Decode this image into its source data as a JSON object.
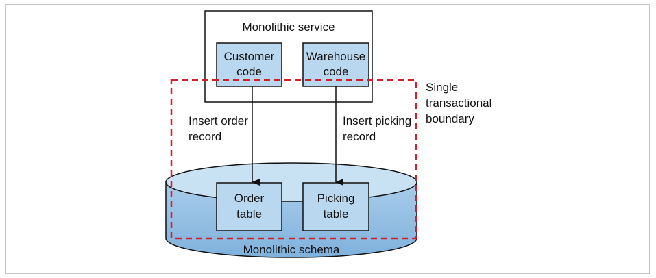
{
  "monolithic_service": {
    "label": "Monolithic service",
    "customer_code": [
      "Customer",
      "code"
    ],
    "warehouse_code": [
      "Warehouse",
      "code"
    ]
  },
  "arrows": {
    "insert_order": [
      "Insert order",
      "record"
    ],
    "insert_picking": [
      "Insert picking",
      "record"
    ]
  },
  "transaction_boundary": {
    "label": [
      "Single",
      "transactional",
      "boundary"
    ]
  },
  "schema": {
    "label": "Monolithic schema",
    "order_table": [
      "Order",
      "table"
    ],
    "picking_table": [
      "Picking",
      "table"
    ]
  },
  "colors": {
    "box_fill": "#b9d7ee",
    "cylinder_top": "#c9e2f3",
    "cylinder_body": "#7fb1dc",
    "cylinder_body_light": "#a9cdea",
    "boundary": "#d0202a",
    "stroke": "#111111"
  }
}
